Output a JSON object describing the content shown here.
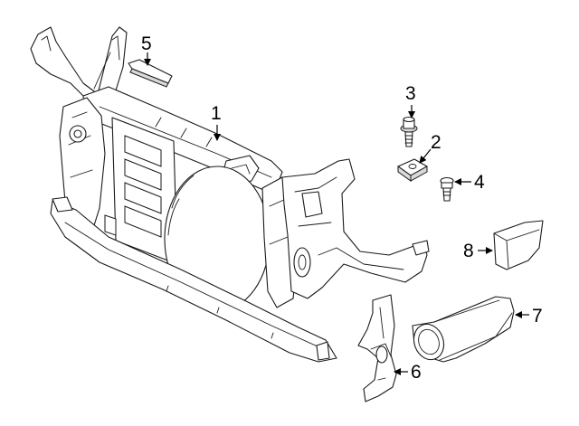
{
  "diagram": {
    "callouts": [
      {
        "id": "1",
        "label": "1"
      },
      {
        "id": "2",
        "label": "2"
      },
      {
        "id": "3",
        "label": "3"
      },
      {
        "id": "4",
        "label": "4"
      },
      {
        "id": "5",
        "label": "5"
      },
      {
        "id": "6",
        "label": "6"
      },
      {
        "id": "7",
        "label": "7"
      },
      {
        "id": "8",
        "label": "8"
      }
    ],
    "colors": {
      "line": "#1a1a1a",
      "background": "#ffffff",
      "shade": "#d9d9d9"
    }
  }
}
